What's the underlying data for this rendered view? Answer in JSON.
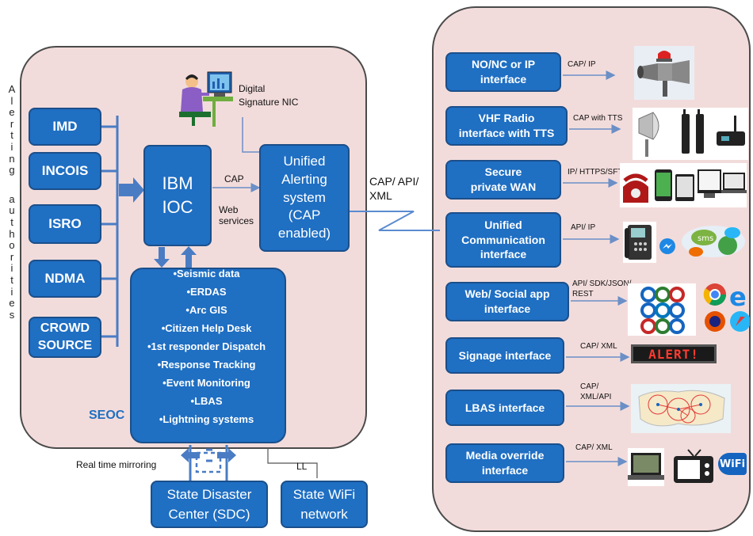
{
  "vertical_label": {
    "word1": [
      "A",
      "l",
      "e",
      "r",
      "t",
      "i",
      "n",
      "g"
    ],
    "word2": [
      "a",
      "u",
      "t",
      "h",
      "o",
      "r",
      "i",
      "t",
      "i",
      "e",
      "s"
    ]
  },
  "authorities": [
    "IMD",
    "INCOIS",
    "ISRO",
    "NDMA",
    "CROWD SOURCE"
  ],
  "ioc": "IBM IOC",
  "uas": "Unified Alerting system (CAP enabled)",
  "nic_label": "Digital Signature NIC",
  "cap_label": "CAP",
  "ws_label": "Web services",
  "caps_label": "CAP/ API/ XML",
  "seoc_label": "SEOC",
  "modules": [
    "•Seismic data",
    "•ERDAS",
    "•Arc GIS",
    "•Citizen Help Desk",
    "•1st responder Dispatch",
    "•Response Tracking",
    "•Event Monitoring",
    "•LBAS",
    "•Lightning systems"
  ],
  "rtm_label": "Real time mirroring",
  "ll_label": "LL",
  "sdc": "State Disaster Center (SDC)",
  "wifi": "State WiFi network",
  "interfaces": [
    {
      "name": "NO/NC or IP interface",
      "proto": "CAP/ IP"
    },
    {
      "name": "VHF Radio interface with TTS",
      "proto": "CAP with TTS"
    },
    {
      "name": "Secure private WAN",
      "proto": "IP/ HTTPS/SFTP"
    },
    {
      "name": "Unified Communication interface",
      "proto": "API/ IP"
    },
    {
      "name": "Web/ Social app interface",
      "proto": "API/ SDK/JSON/ REST"
    },
    {
      "name": "Signage interface",
      "proto": "CAP/ XML"
    },
    {
      "name": "LBAS interface",
      "proto": "CAP/ XML/API"
    },
    {
      "name": "Media override interface",
      "proto": "CAP/ XML"
    }
  ],
  "signage_text": "ALERT!",
  "wifi_logo": "WiFi",
  "sms_text": "sms",
  "colors": {
    "box": "#1f6fc3",
    "panel": "#f2dcdb",
    "arrow": "#5b8bd0"
  }
}
